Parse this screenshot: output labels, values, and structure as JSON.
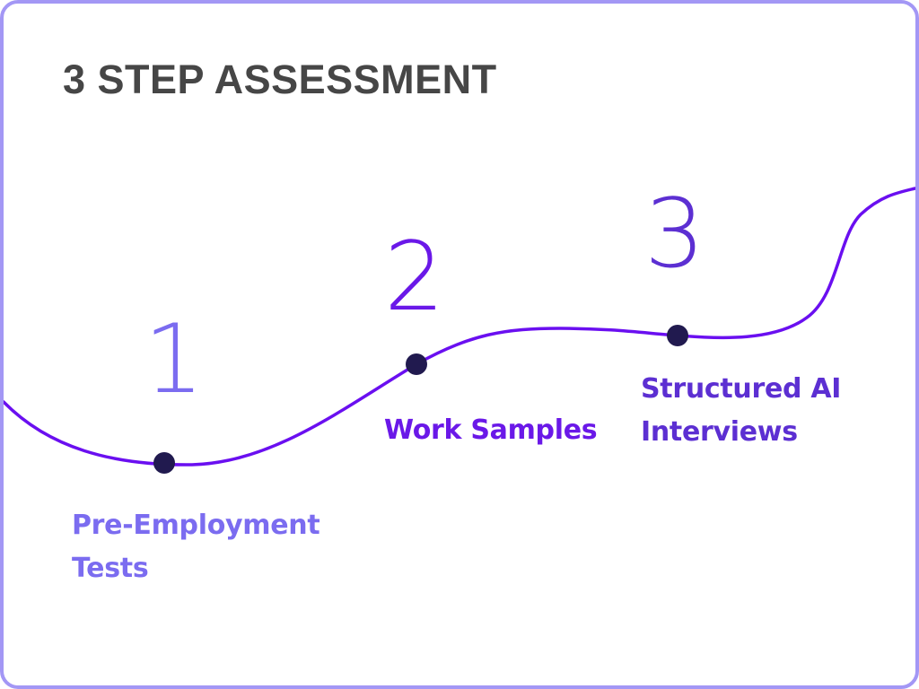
{
  "title": "3 STEP ASSESSMENT",
  "colors": {
    "border": "#a397f5",
    "title": "#464646",
    "curve": "#6a0ff0",
    "dot": "#211a4f",
    "step1": "#7b6cf0",
    "step2": "#6a18e8",
    "step3": "#5c2fd2"
  },
  "steps": [
    {
      "number": "1",
      "label_lines": [
        "Pre-Employment",
        "Tests"
      ]
    },
    {
      "number": "2",
      "label_lines": [
        "Work Samples"
      ]
    },
    {
      "number": "3",
      "label_lines": [
        "Structured AI",
        "Interviews"
      ]
    }
  ]
}
